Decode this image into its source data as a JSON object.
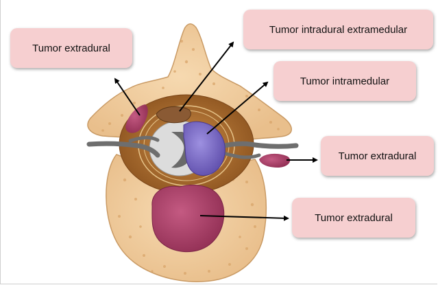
{
  "labels": {
    "extradural_top_left": "Tumor extradural",
    "intradural_extramedular": "Tumor intradural extramedular",
    "intramedular": "Tumor intramedular",
    "extradural_right": "Tumor extradural",
    "extradural_bottom": "Tumor extradural"
  },
  "colors": {
    "label_fill": "#f6cfd0",
    "bone": "#f1cd9e",
    "canal": "#a8682c",
    "tumor_extradural": "#a83a62",
    "tumor_intradural": "#8a5a34",
    "tumor_intramedular": "#7a6ac8",
    "cord": "#d8d8d8"
  }
}
